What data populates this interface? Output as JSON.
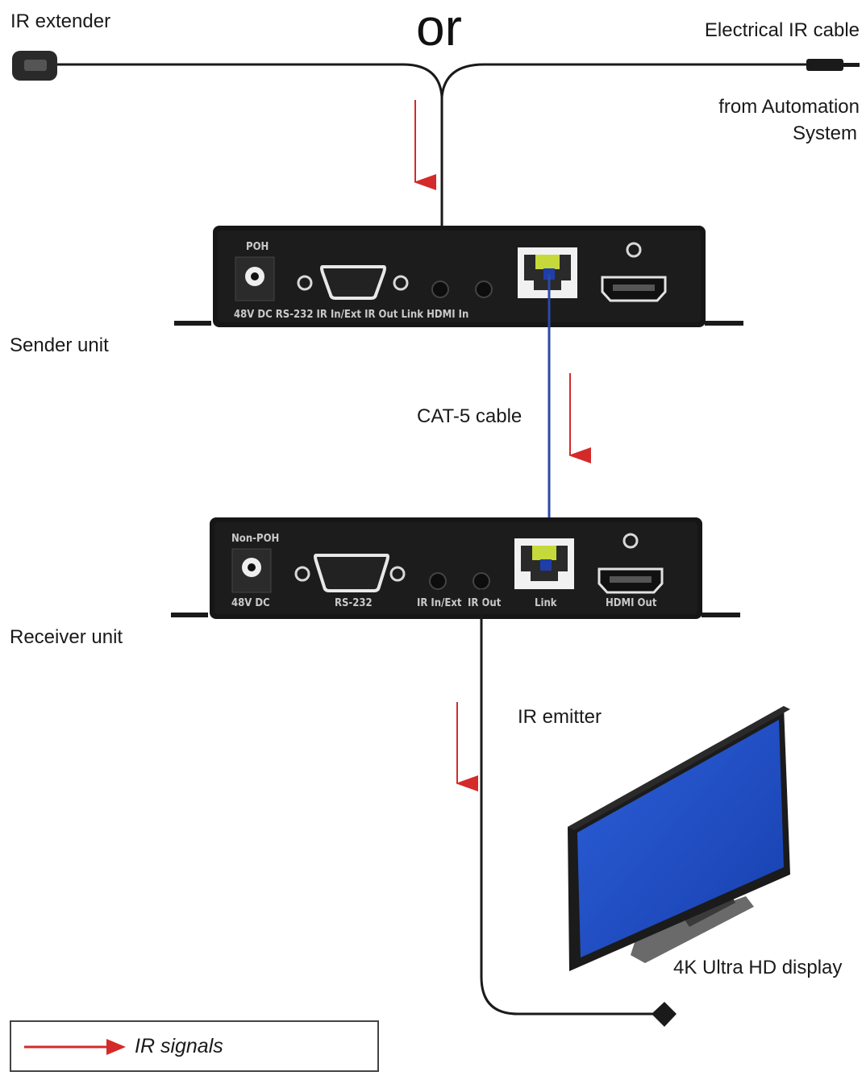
{
  "labels": {
    "or": "or",
    "ir_extender": "IR extender",
    "electrical_ir_cable": "Electrical IR cable",
    "from_automation": "from Automation",
    "system": "System",
    "sender_unit": "Sender unit",
    "cat5_cable": "CAT-5 cable",
    "receiver_unit": "Receiver unit",
    "ir_emitter": "IR emitter",
    "display": "4K Ultra HD display"
  },
  "sender": {
    "poh": "POH",
    "port_labels": "48V DC RS-232 IR In/Ext IR Out Link HDMI In"
  },
  "receiver": {
    "poh": "Non-POH",
    "dc": "48V DC",
    "rs232": "RS-232",
    "ir_in": "IR In/Ext",
    "ir_out": "IR Out",
    "link": "Link",
    "hdmi_out": "HDMI Out"
  },
  "legend": {
    "label": "IR signals"
  },
  "colors": {
    "ir_signal": "#d42a2a",
    "cat5": "#2a4aa8",
    "screen": "#1f4fc9",
    "unit_body": "#161616"
  }
}
